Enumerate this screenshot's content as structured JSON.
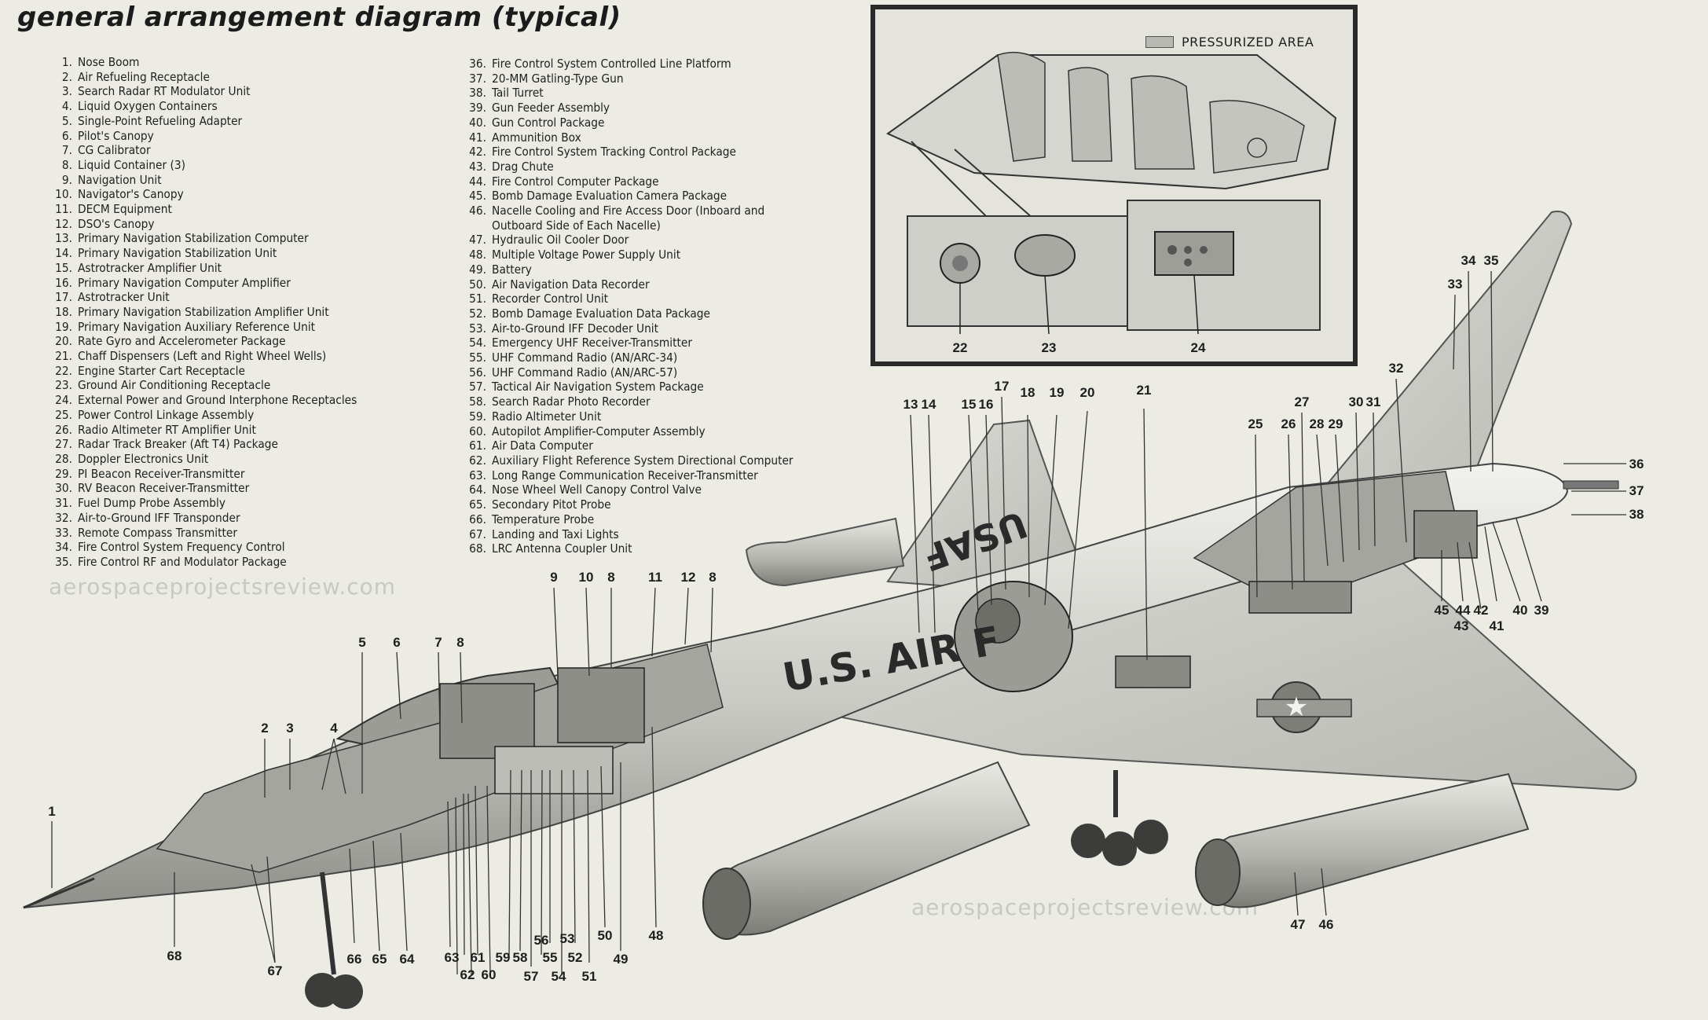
{
  "title": "general arrangement diagram (typical)",
  "legend_col1": [
    {
      "n": "1.",
      "t": "Nose Boom"
    },
    {
      "n": "2.",
      "t": "Air Refueling Receptacle"
    },
    {
      "n": "3.",
      "t": "Search Radar RT Modulator Unit"
    },
    {
      "n": "4.",
      "t": "Liquid Oxygen Containers"
    },
    {
      "n": "5.",
      "t": "Single-Point Refueling Adapter"
    },
    {
      "n": "6.",
      "t": "Pilot's Canopy"
    },
    {
      "n": "7.",
      "t": "CG Calibrator"
    },
    {
      "n": "8.",
      "t": "Liquid Container (3)"
    },
    {
      "n": "9.",
      "t": "Navigation Unit"
    },
    {
      "n": "10.",
      "t": "Navigator's Canopy"
    },
    {
      "n": "11.",
      "t": "DECM Equipment"
    },
    {
      "n": "12.",
      "t": "DSO's Canopy"
    },
    {
      "n": "13.",
      "t": "Primary Navigation Stabilization Computer"
    },
    {
      "n": "14.",
      "t": "Primary Navigation Stabilization Unit"
    },
    {
      "n": "15.",
      "t": "Astrotracker Amplifier Unit"
    },
    {
      "n": "16.",
      "t": "Primary Navigation Computer Amplifier"
    },
    {
      "n": "17.",
      "t": "Astrotracker Unit"
    },
    {
      "n": "18.",
      "t": "Primary Navigation Stabilization Amplifier Unit"
    },
    {
      "n": "19.",
      "t": "Primary Navigation Auxiliary Reference Unit"
    },
    {
      "n": "20.",
      "t": "Rate Gyro and Accelerometer Package"
    },
    {
      "n": "21.",
      "t": "Chaff Dispensers (Left and Right Wheel Wells)"
    },
    {
      "n": "22.",
      "t": "Engine Starter Cart Receptacle"
    },
    {
      "n": "23.",
      "t": "Ground Air Conditioning Receptacle"
    },
    {
      "n": "24.",
      "t": "External Power and Ground Interphone Receptacles"
    },
    {
      "n": "25.",
      "t": "Power Control Linkage Assembly"
    },
    {
      "n": "26.",
      "t": "Radio Altimeter RT Amplifier Unit"
    },
    {
      "n": "27.",
      "t": "Radar Track Breaker (Aft T4) Package"
    },
    {
      "n": "28.",
      "t": "Doppler Electronics Unit"
    },
    {
      "n": "29.",
      "t": "PI Beacon Receiver-Transmitter"
    },
    {
      "n": "30.",
      "t": "RV Beacon Receiver-Transmitter"
    },
    {
      "n": "31.",
      "t": "Fuel Dump Probe Assembly"
    },
    {
      "n": "32.",
      "t": "Air-to-Ground IFF Transponder"
    },
    {
      "n": "33.",
      "t": "Remote Compass Transmitter"
    },
    {
      "n": "34.",
      "t": "Fire Control System Frequency Control"
    },
    {
      "n": "35.",
      "t": "Fire Control RF and Modulator Package"
    }
  ],
  "legend_col2": [
    {
      "n": "36.",
      "t": "Fire Control System Controlled Line Platform"
    },
    {
      "n": "37.",
      "t": "20-MM Gatling-Type Gun"
    },
    {
      "n": "38.",
      "t": "Tail Turret"
    },
    {
      "n": "39.",
      "t": "Gun Feeder Assembly"
    },
    {
      "n": "40.",
      "t": "Gun Control Package"
    },
    {
      "n": "41.",
      "t": "Ammunition Box"
    },
    {
      "n": "42.",
      "t": "Fire Control System Tracking Control Package"
    },
    {
      "n": "43.",
      "t": "Drag Chute"
    },
    {
      "n": "44.",
      "t": "Fire Control Computer Package"
    },
    {
      "n": "45.",
      "t": "Bomb Damage Evaluation Camera Package"
    },
    {
      "n": "46.",
      "t": "Nacelle Cooling and Fire Access Door (Inboard and",
      "c": "Outboard Side of Each Nacelle)"
    },
    {
      "n": "47.",
      "t": "Hydraulic Oil Cooler Door"
    },
    {
      "n": "48.",
      "t": "Multiple Voltage Power Supply Unit"
    },
    {
      "n": "49.",
      "t": "Battery"
    },
    {
      "n": "50.",
      "t": "Air Navigation Data Recorder"
    },
    {
      "n": "51.",
      "t": "Recorder Control Unit"
    },
    {
      "n": "52.",
      "t": "Bomb Damage Evaluation Data Package"
    },
    {
      "n": "53.",
      "t": "Air-to-Ground IFF Decoder Unit"
    },
    {
      "n": "54.",
      "t": "Emergency UHF Receiver-Transmitter"
    },
    {
      "n": "55.",
      "t": "UHF Command Radio (AN/ARC-34)"
    },
    {
      "n": "56.",
      "t": "UHF Command Radio (AN/ARC-57)"
    },
    {
      "n": "57.",
      "t": "Tactical Air Navigation System Package"
    },
    {
      "n": "58.",
      "t": "Search Radar Photo Recorder"
    },
    {
      "n": "59.",
      "t": "Radio Altimeter Unit"
    },
    {
      "n": "60.",
      "t": "Autopilot Amplifier-Computer Assembly"
    },
    {
      "n": "61.",
      "t": "Air Data Computer"
    },
    {
      "n": "62.",
      "t": "Auxiliary Flight Reference System Directional Computer"
    },
    {
      "n": "63.",
      "t": "Long Range Communication Receiver-Transmitter"
    },
    {
      "n": "64.",
      "t": "Nose Wheel Well Canopy Control Valve"
    },
    {
      "n": "65.",
      "t": "Secondary Pitot Probe"
    },
    {
      "n": "66.",
      "t": "Temperature Probe"
    },
    {
      "n": "67.",
      "t": "Landing and Taxi Lights"
    },
    {
      "n": "68.",
      "t": "LRC Antenna Coupler Unit"
    }
  ],
  "inset": {
    "legend_label": "PRESSURIZED AREA",
    "callouts": [
      "22",
      "23",
      "24"
    ]
  },
  "aircraft_markings": {
    "fuselage": "U.S. AIR F",
    "wing": "USAF"
  },
  "watermark": "aerospaceprojectsreview.com",
  "callouts": {
    "c1": "1",
    "c2": "2",
    "c3": "3",
    "c4": "4",
    "c5": "5",
    "c6": "6",
    "c7": "7",
    "c8a": "8",
    "c8b": "8",
    "c8c": "8",
    "c9": "9",
    "c10": "10",
    "c11": "11",
    "c12": "12",
    "c13": "13",
    "c14": "14",
    "c15": "15",
    "c16": "16",
    "c17": "17",
    "c18": "18",
    "c19": "19",
    "c20": "20",
    "c21": "21",
    "c25": "25",
    "c26": "26",
    "c27": "27",
    "c28": "28",
    "c29": "29",
    "c30": "30",
    "c31": "31",
    "c32": "32",
    "c33": "33",
    "c34": "34",
    "c35": "35",
    "c36": "36",
    "c37": "37",
    "c38": "38",
    "c39": "39",
    "c40": "40",
    "c41": "41",
    "c42": "42",
    "c43": "43",
    "c44": "44",
    "c45": "45",
    "c46": "46",
    "c47": "47",
    "c48": "48",
    "c49": "49",
    "c50": "50",
    "c51": "51",
    "c52": "52",
    "c53": "53",
    "c54": "54",
    "c55": "55",
    "c56": "56",
    "c57": "57",
    "c58": "58",
    "c59": "59",
    "c60": "60",
    "c61": "61",
    "c62": "62",
    "c63": "63",
    "c64": "64",
    "c65": "65",
    "c66": "66",
    "c67": "67",
    "c68": "68"
  }
}
